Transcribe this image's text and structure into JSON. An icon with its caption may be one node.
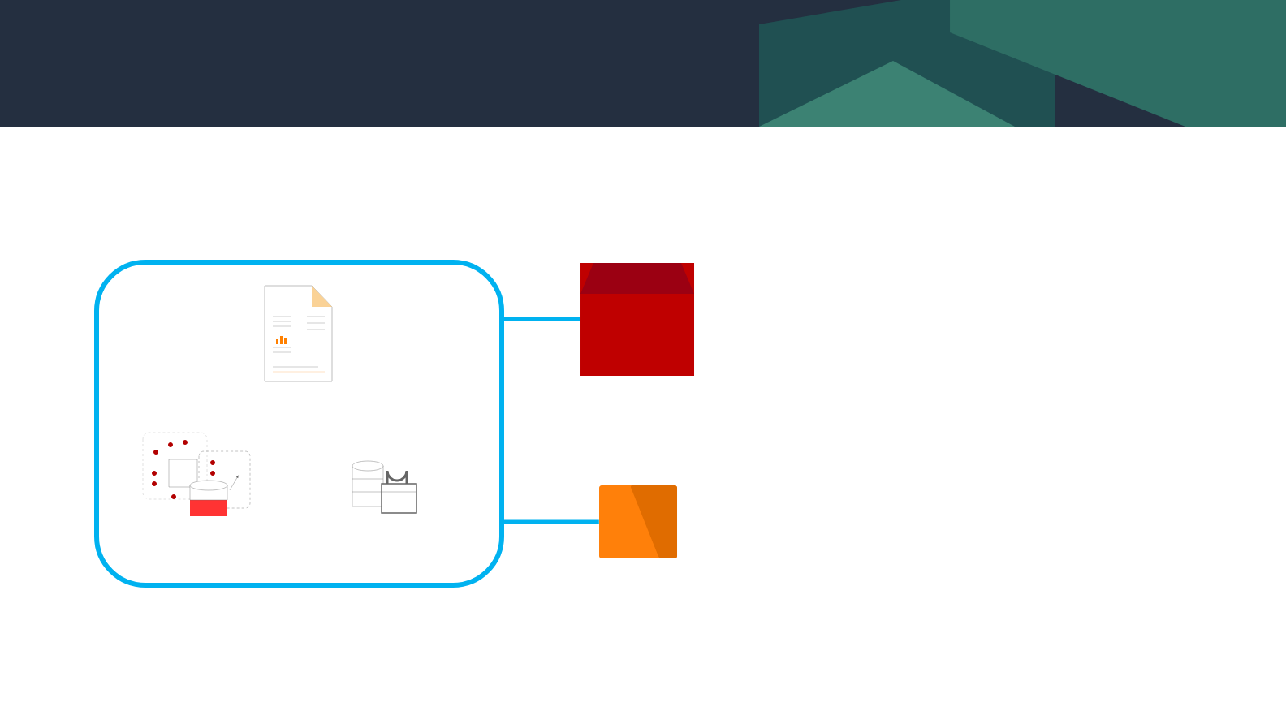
{
  "diagram": {
    "nodes": [
      {
        "text": [],
        "shape": "box"
      },
      {
        "text": [],
        "shape": "box"
      },
      {
        "text": [],
        "shape": "box"
      }
    ],
    "edges": [
      {
        "from": 0,
        "to": 1,
        "arrow": "none"
      },
      {
        "from": 0,
        "to": 2,
        "arrow": "none"
      }
    ]
  }
}
